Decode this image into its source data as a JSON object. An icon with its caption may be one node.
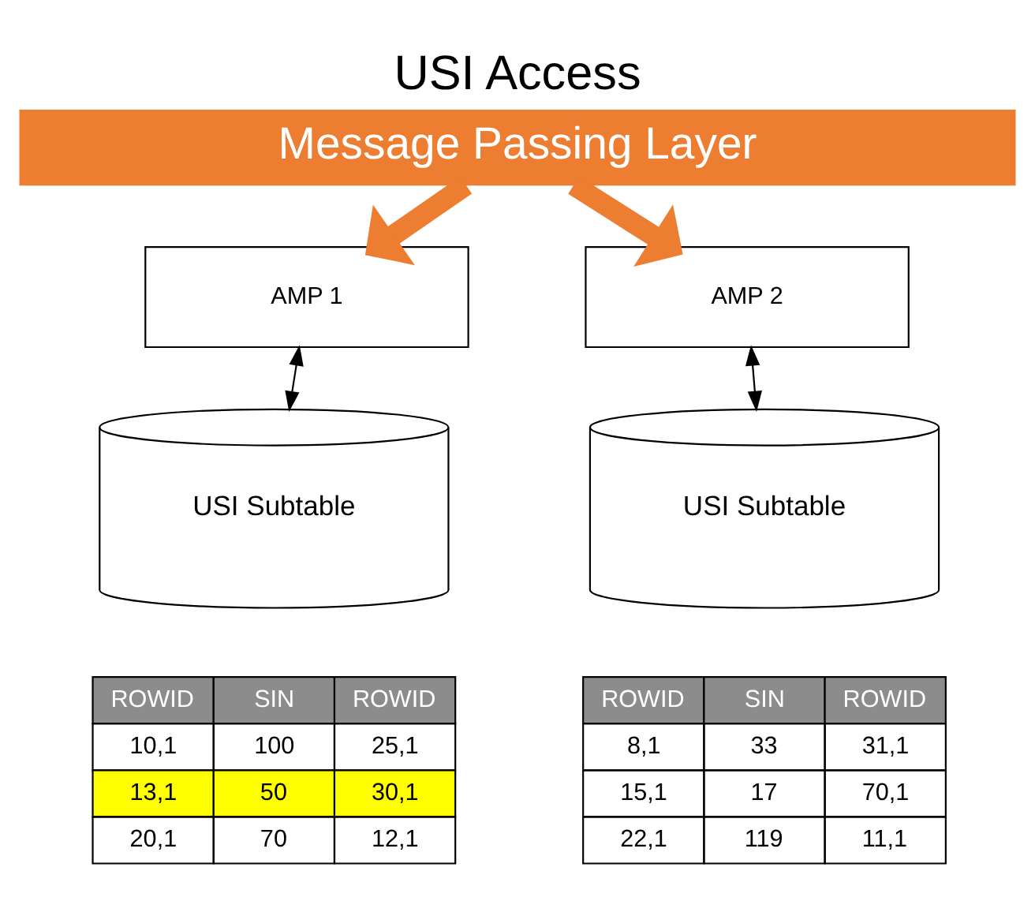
{
  "diagram": {
    "title": "USI Access",
    "nodes": [
      {
        "text": [
          "Message Passing Layer"
        ]
      },
      {
        "text": [
          "AMP 1"
        ]
      },
      {
        "text": [
          "AMP 2"
        ]
      },
      {
        "text": [
          "USI Subtable"
        ]
      },
      {
        "text": [
          "USI Subtable"
        ]
      }
    ],
    "edges": [
      {
        "from": 0,
        "to": 1,
        "arrow": "to",
        "style": "thick",
        "color": "#ed7d31"
      },
      {
        "from": 0,
        "to": 2,
        "arrow": "to",
        "style": "thick",
        "color": "#ed7d31"
      },
      {
        "from": 1,
        "to": 3,
        "arrow": "both",
        "color": "#000000"
      },
      {
        "from": 2,
        "to": 4,
        "arrow": "both",
        "color": "#000000"
      }
    ],
    "labels": [
      "ROWID",
      "SIN",
      "ROWID",
      "10,1",
      "100",
      "25,1",
      "13,1",
      "50",
      "30,1",
      "20,1",
      "70",
      "12,1",
      "ROWID",
      "SIN",
      "ROWID",
      "8,1",
      "33",
      "31,1",
      "15,1",
      "17",
      "70,1",
      "22,1",
      "119",
      "11,1"
    ]
  }
}
